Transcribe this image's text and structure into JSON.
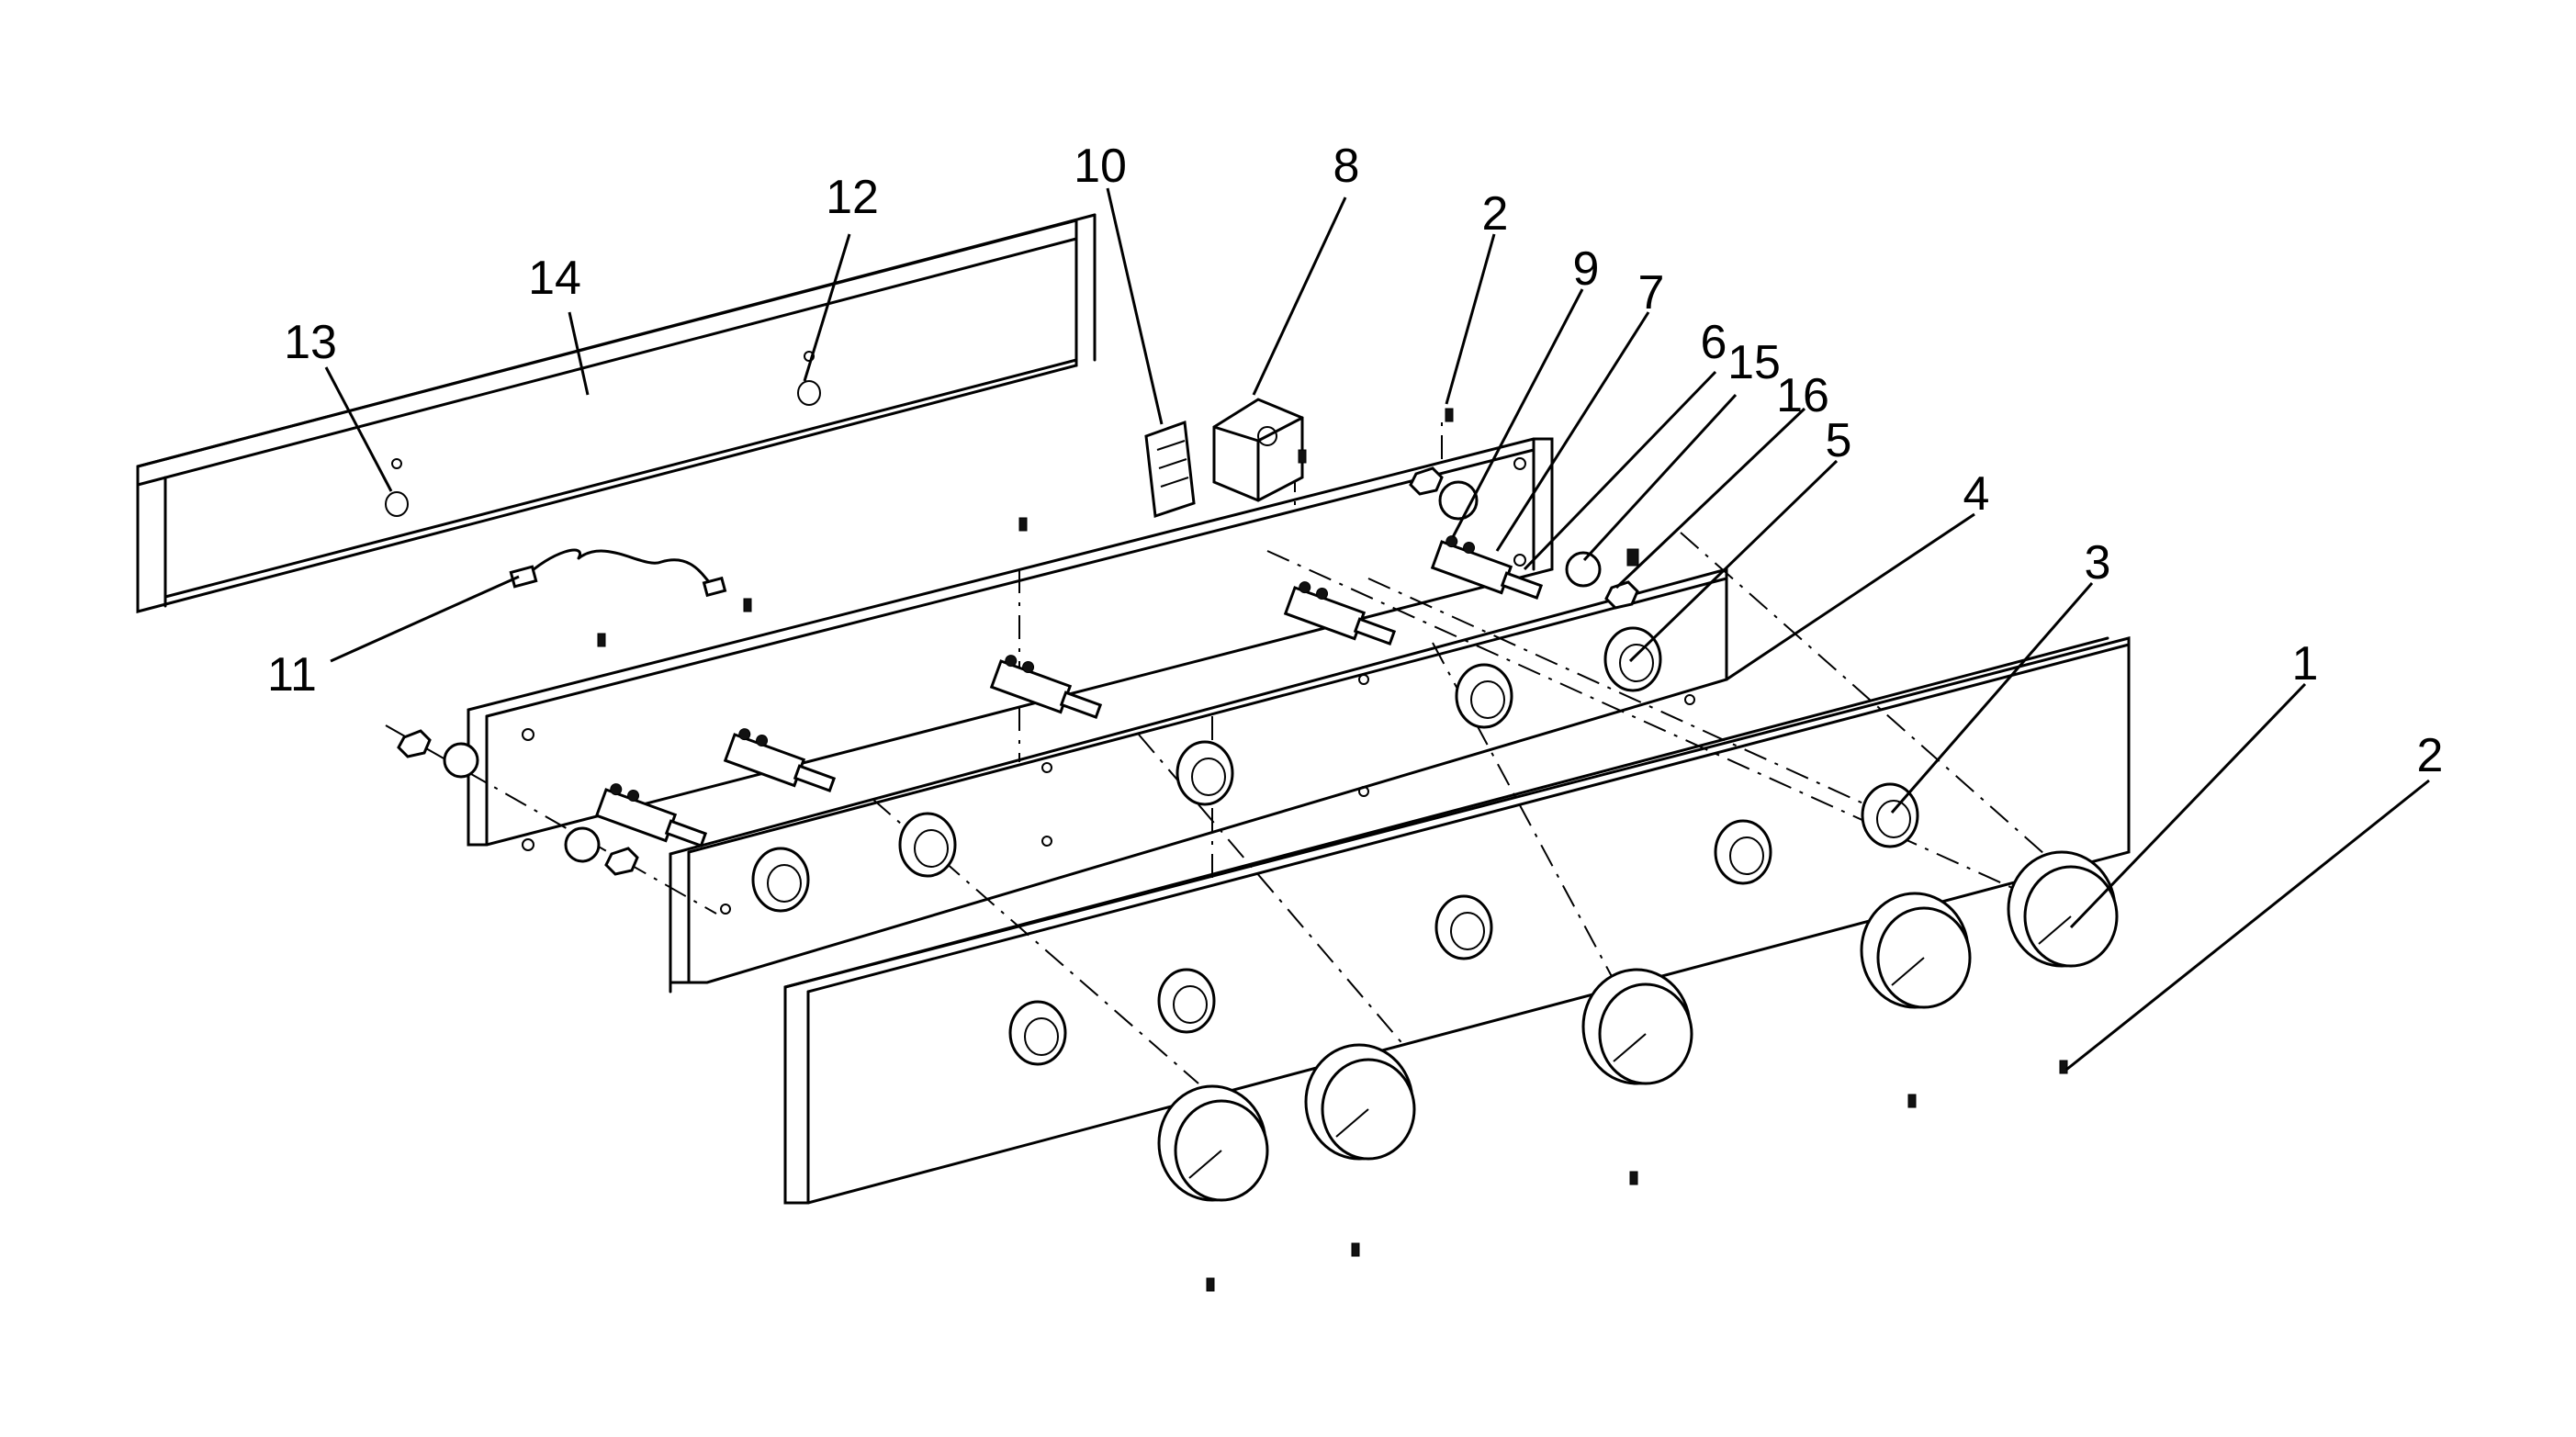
{
  "diagram": {
    "callouts": [
      {
        "id": "c1",
        "label": "1"
      },
      {
        "id": "c2a",
        "label": "2"
      },
      {
        "id": "c2b",
        "label": "2"
      },
      {
        "id": "c3",
        "label": "3"
      },
      {
        "id": "c4",
        "label": "4"
      },
      {
        "id": "c5",
        "label": "5"
      },
      {
        "id": "c6",
        "label": "6"
      },
      {
        "id": "c7",
        "label": "7"
      },
      {
        "id": "c8",
        "label": "8"
      },
      {
        "id": "c9",
        "label": "9"
      },
      {
        "id": "c10",
        "label": "10"
      },
      {
        "id": "c11",
        "label": "11"
      },
      {
        "id": "c12",
        "label": "12"
      },
      {
        "id": "c13",
        "label": "13"
      },
      {
        "id": "c14",
        "label": "14"
      },
      {
        "id": "c15",
        "label": "15"
      },
      {
        "id": "c16",
        "label": "16"
      }
    ]
  }
}
